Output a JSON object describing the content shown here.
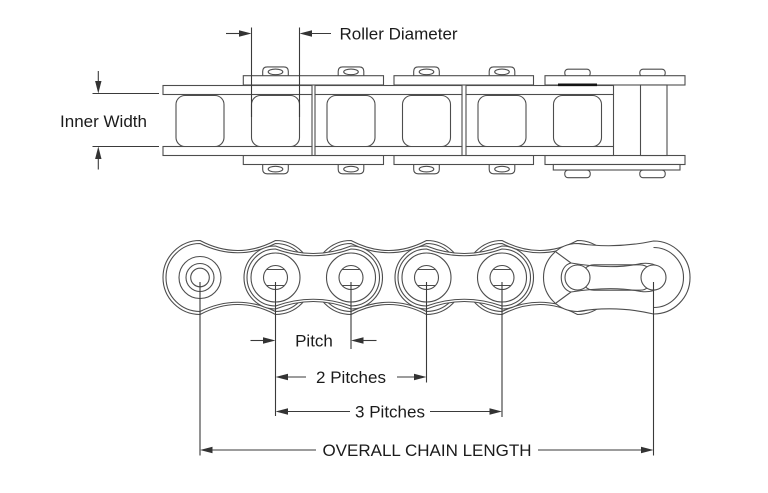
{
  "page": {
    "background": "#ffffff"
  },
  "drawing": {
    "type": "roller-chain-dimension-diagram",
    "line_color": "#4d4d4d",
    "dimension_color": "#3a3a3a",
    "text_color": "#1b1b1b",
    "top_view": {
      "description": "plan view of roller chain with connecting link at right",
      "rollers_visible": 6,
      "pins_visible": 7,
      "labels": {
        "roller_diameter": "Roller Diameter",
        "inner_width": "Inner Width"
      }
    },
    "side_view": {
      "description": "side elevation of roller chain with spring-clip connecting link",
      "links_visible": 6,
      "pins_visible": 7,
      "labels": {
        "pitch": "Pitch",
        "two_pitches": "2 Pitches",
        "three_pitches": "3 Pitches",
        "overall_chain_length": "OVERALL CHAIN LENGTH"
      }
    }
  }
}
